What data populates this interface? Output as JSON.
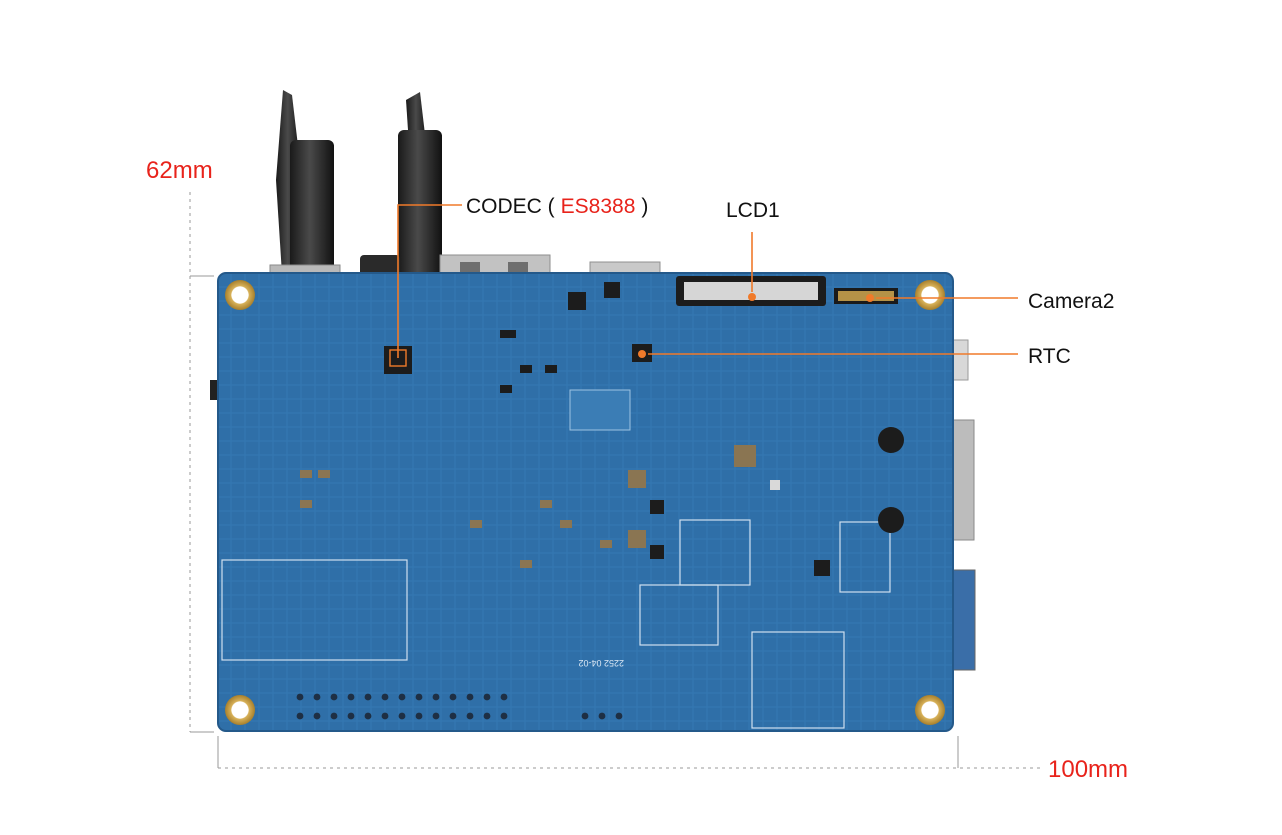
{
  "labels": {
    "codec_prefix": "CODEC (",
    "codec_chip": "ES8388",
    "codec_suffix": ")",
    "lcd": "LCD1",
    "camera": "Camera2",
    "rtc": "RTC"
  },
  "dimensions": {
    "height": "62mm",
    "width": "100mm"
  },
  "colors": {
    "accent": "#e8231b",
    "callout_line": "#f07a2a",
    "pcb": "#2f6fa8",
    "pcb_edge": "#24598a"
  },
  "silkscreen": {
    "board_date": "2252 04-02"
  }
}
